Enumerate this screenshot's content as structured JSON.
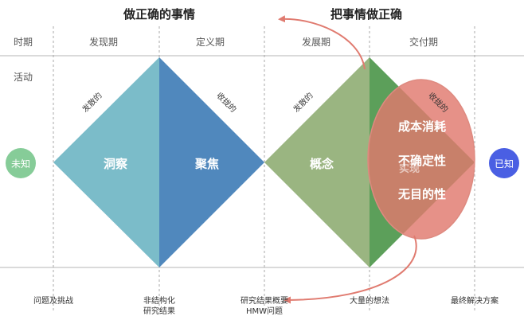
{
  "titles": {
    "left": "做正确的事情",
    "right": "把事情做正确"
  },
  "rows": {
    "time": "时期",
    "activity": "活动"
  },
  "phases": [
    "发现期",
    "定义期",
    "发展期",
    "交付期"
  ],
  "states": {
    "start": "未知",
    "end": "已知"
  },
  "diamonds": {
    "insight": "洞察",
    "focus": "聚焦",
    "concept": "概念",
    "realize": "实现",
    "diverge1": "发散的",
    "converge1": "收拢的",
    "diverge2": "发散的",
    "converge2": "收拢的"
  },
  "issues": [
    "成本消耗",
    "不确定性",
    "无目的性"
  ],
  "outputs": [
    "问题及挑战",
    "非结构化\n研究结果",
    "研究结果概要\nHMW问题",
    "大量的想法",
    "最终解决方案"
  ],
  "colors": {
    "insight": "#7bbcc9",
    "focus": "#5088bd",
    "concept": "#9ab581",
    "realize": "#5c9f5a",
    "overlay": "#e0796e",
    "arrow": "#e07b70",
    "start": "#86cc98",
    "end": "#4a5fe3"
  }
}
